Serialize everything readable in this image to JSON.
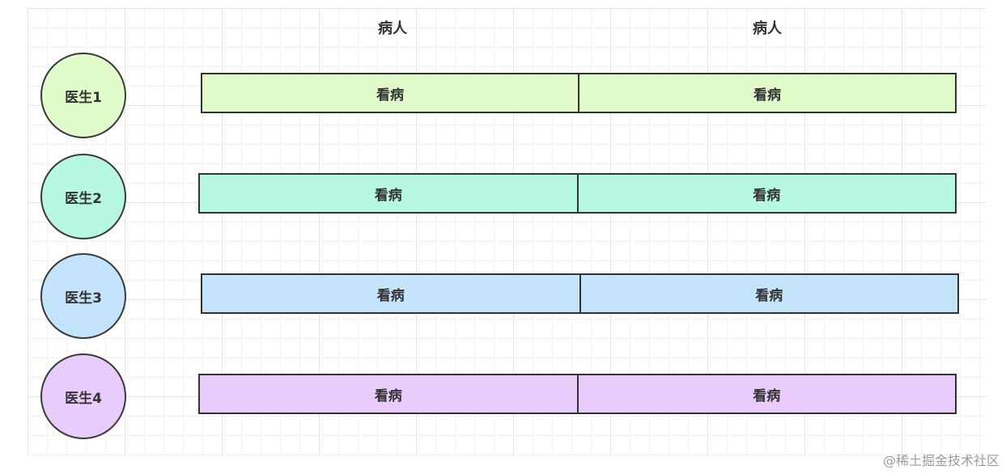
{
  "headers": [
    "病人",
    "病人"
  ],
  "rows": [
    {
      "doctor": "医生1",
      "segments": [
        "看病",
        "看病"
      ],
      "color": "#e0fccb"
    },
    {
      "doctor": "医生2",
      "segments": [
        "看病",
        "看病"
      ],
      "color": "#b6f8e0"
    },
    {
      "doctor": "医生3",
      "segments": [
        "看病",
        "看病"
      ],
      "color": "#c4e4fb"
    },
    {
      "doctor": "医生4",
      "segments": [
        "看病",
        "看病"
      ],
      "color": "#e8ccfb"
    }
  ],
  "watermark": "@稀土掘金技术社区"
}
